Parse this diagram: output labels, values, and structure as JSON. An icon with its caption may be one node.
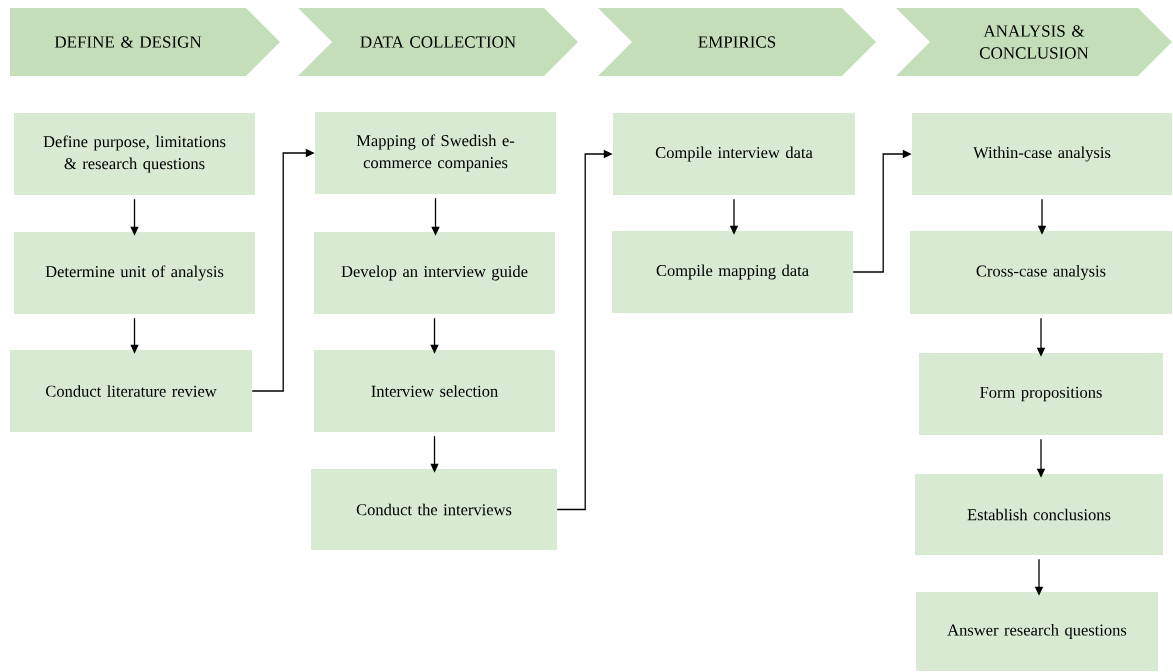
{
  "diagram": {
    "nodes": [
      {
        "text": [
          "DEFINE & DESIGN"
        ]
      },
      {
        "text": [
          "DATA COLLECTION"
        ]
      },
      {
        "text": [
          "EMPIRICS"
        ]
      },
      {
        "text": [
          "ANALYSIS & CONCLUSION"
        ]
      },
      {
        "text": [
          "Define purpose, limitations & research questions"
        ]
      },
      {
        "text": [
          "Determine unit of analysis"
        ]
      },
      {
        "text": [
          "Conduct literature review"
        ]
      },
      {
        "text": [
          "Mapping of Swedish e-commerce companies"
        ]
      },
      {
        "text": [
          "Develop an interview guide"
        ]
      },
      {
        "text": [
          "Interview selection"
        ]
      },
      {
        "text": [
          "Conduct the interviews"
        ]
      },
      {
        "text": [
          "Compile interview data"
        ]
      },
      {
        "text": [
          "Compile mapping data"
        ]
      },
      {
        "text": [
          "Within-case analysis"
        ]
      },
      {
        "text": [
          "Cross-case analysis"
        ]
      },
      {
        "text": [
          "Form propositions"
        ]
      },
      {
        "text": [
          "Establish conclusions"
        ]
      },
      {
        "text": [
          "Answer research questions"
        ]
      }
    ],
    "edges": [
      {
        "from": 4,
        "to": 5,
        "arrow": "to"
      },
      {
        "from": 5,
        "to": 6,
        "arrow": "to"
      },
      {
        "from": 6,
        "to": 7,
        "arrow": "to"
      },
      {
        "from": 7,
        "to": 8,
        "arrow": "to"
      },
      {
        "from": 8,
        "to": 9,
        "arrow": "to"
      },
      {
        "from": 9,
        "to": 10,
        "arrow": "to"
      },
      {
        "from": 10,
        "to": 11,
        "arrow": "to"
      },
      {
        "from": 11,
        "to": 12,
        "arrow": "to"
      },
      {
        "from": 12,
        "to": 13,
        "arrow": "to"
      },
      {
        "from": 13,
        "to": 14,
        "arrow": "to"
      },
      {
        "from": 14,
        "to": 15,
        "arrow": "to"
      },
      {
        "from": 15,
        "to": 16,
        "arrow": "to"
      },
      {
        "from": 16,
        "to": 17,
        "arrow": "to"
      }
    ]
  }
}
